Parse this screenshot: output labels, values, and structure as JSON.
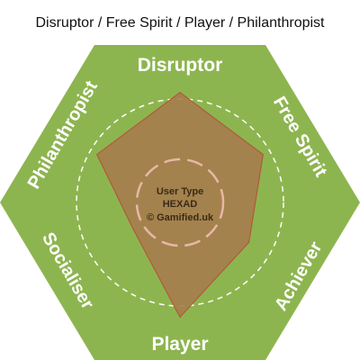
{
  "title": "Disruptor / Free Spirit / Player / Philanthropist",
  "colors": {
    "hexagon": "#8db54f",
    "circles": "#ffffff",
    "inner_circle": "#e8b7a6",
    "polygon_fill": "#a67c4d",
    "polygon_stroke": "#b05a3a",
    "label": "#ffffff"
  },
  "segments": [
    {
      "id": "disruptor",
      "label": "Disruptor"
    },
    {
      "id": "free-spirit",
      "label": "Free Spirit"
    },
    {
      "id": "achiever",
      "label": "Achiever"
    },
    {
      "id": "player",
      "label": "Player"
    },
    {
      "id": "socialiser",
      "label": "Socialiser"
    },
    {
      "id": "philanthropist",
      "label": "Philanthropist"
    }
  ],
  "center": {
    "line1": "User Type",
    "line2": "HEXAD",
    "line3": "© Gamified.uk"
  },
  "scores": {
    "philanthropist": 0.82,
    "disruptor": 0.94,
    "free_spirit": 0.82,
    "achiever": 0.68,
    "player": 0.98,
    "socialiser": 0.46
  }
}
